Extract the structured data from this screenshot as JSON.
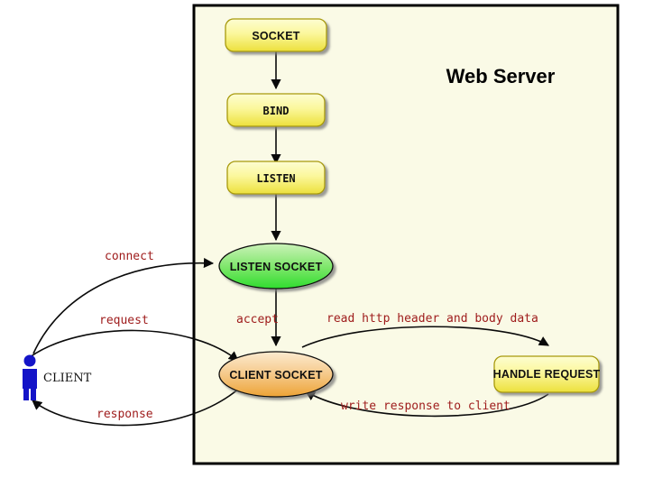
{
  "diagram": {
    "title": "Web Server",
    "container": {
      "label": "Web Server",
      "fill_color": "#fafae6",
      "border_color": "#000000"
    },
    "colors": {
      "process_fill_top": "#fdfdd0",
      "process_fill_bottom": "#ece03c",
      "process_border": "#a89a10",
      "listen_socket_top": "#c8f0b4",
      "listen_socket_bottom": "#34dd34",
      "client_socket_top": "#fbe3b8",
      "client_socket_bottom": "#eda336",
      "edge_label": "#9e1b1b",
      "actor": "#1414c8",
      "line": "#0a0a0a"
    },
    "nodes": [
      {
        "id": "socket",
        "label": "SOCKET",
        "shape": "rounded-rect"
      },
      {
        "id": "bind",
        "label": "BIND",
        "shape": "rounded-rect"
      },
      {
        "id": "listen",
        "label": "LISTEN",
        "shape": "rounded-rect"
      },
      {
        "id": "listen-socket",
        "label": "LISTEN SOCKET",
        "shape": "ellipse"
      },
      {
        "id": "client-socket",
        "label": "CLIENT SOCKET",
        "shape": "ellipse"
      },
      {
        "id": "handle-request",
        "label": "HANDLE REQUEST",
        "shape": "rounded-rect"
      },
      {
        "id": "client",
        "label": "CLIENT",
        "shape": "actor"
      }
    ],
    "edges": [
      {
        "id": "socket-bind",
        "from": "socket",
        "to": "bind",
        "label": ""
      },
      {
        "id": "bind-listen",
        "from": "bind",
        "to": "listen",
        "label": ""
      },
      {
        "id": "listen-listensocket",
        "from": "listen",
        "to": "listen-socket",
        "label": ""
      },
      {
        "id": "accept",
        "from": "listen-socket",
        "to": "client-socket",
        "label": "accept"
      },
      {
        "id": "connect",
        "from": "client",
        "to": "listen-socket",
        "label": "connect"
      },
      {
        "id": "request",
        "from": "client",
        "to": "client-socket",
        "label": "request"
      },
      {
        "id": "response",
        "from": "client-socket",
        "to": "client",
        "label": "response"
      },
      {
        "id": "read-http",
        "from": "client-socket",
        "to": "handle-request",
        "label": "read http header and body data"
      },
      {
        "id": "write-response",
        "from": "handle-request",
        "to": "client-socket",
        "label": "write response to client"
      }
    ]
  }
}
